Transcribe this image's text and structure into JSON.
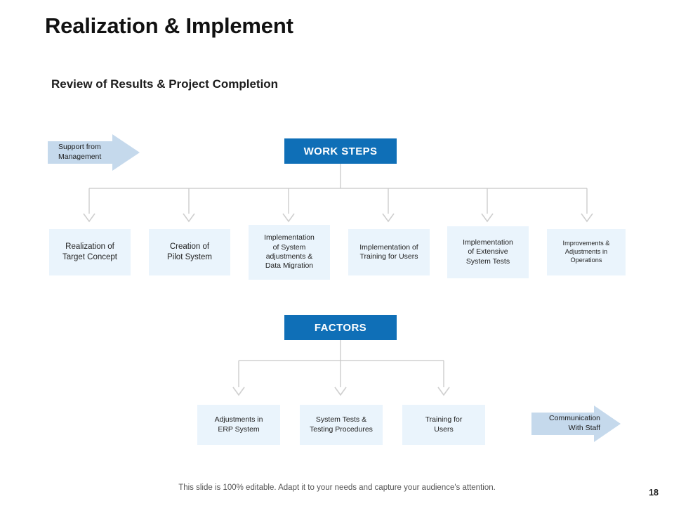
{
  "slide": {
    "title": "Realization & Implement",
    "subtitle": "Review of Results & Project Completion",
    "footer_note": "This slide is 100% editable. Adapt it to your needs and capture your audience's attention.",
    "page_number": "18"
  },
  "colors": {
    "pill_blue": "#0f6fb7",
    "box_light_blue": "#eaf4fc",
    "arrow_light_blue": "#c5d9ec",
    "connector_gray": "#c8c8c8",
    "title_black": "#111111"
  },
  "work_steps": {
    "pill_label": "WORK STEPS",
    "side_arrow_label": "Support from\nManagement",
    "items": [
      {
        "label": "Realization of\nTarget Concept"
      },
      {
        "label": "Creation of\nPilot System"
      },
      {
        "label": "Implementation\nof System\nadjustments &\nData Migration"
      },
      {
        "label": "Implementation of\nTraining for Users"
      },
      {
        "label": "Implementation\nof Extensive\nSystem Tests"
      },
      {
        "label": "Improvements &\nAdjustments in\nOperations"
      }
    ]
  },
  "factors": {
    "pill_label": "FACTORS",
    "side_arrow_label": "Communication\nWith Staff",
    "items": [
      {
        "label": "Adjustments in\nERP System"
      },
      {
        "label": "System Tests &\nTesting Procedures"
      },
      {
        "label": "Training for\nUsers"
      }
    ]
  }
}
